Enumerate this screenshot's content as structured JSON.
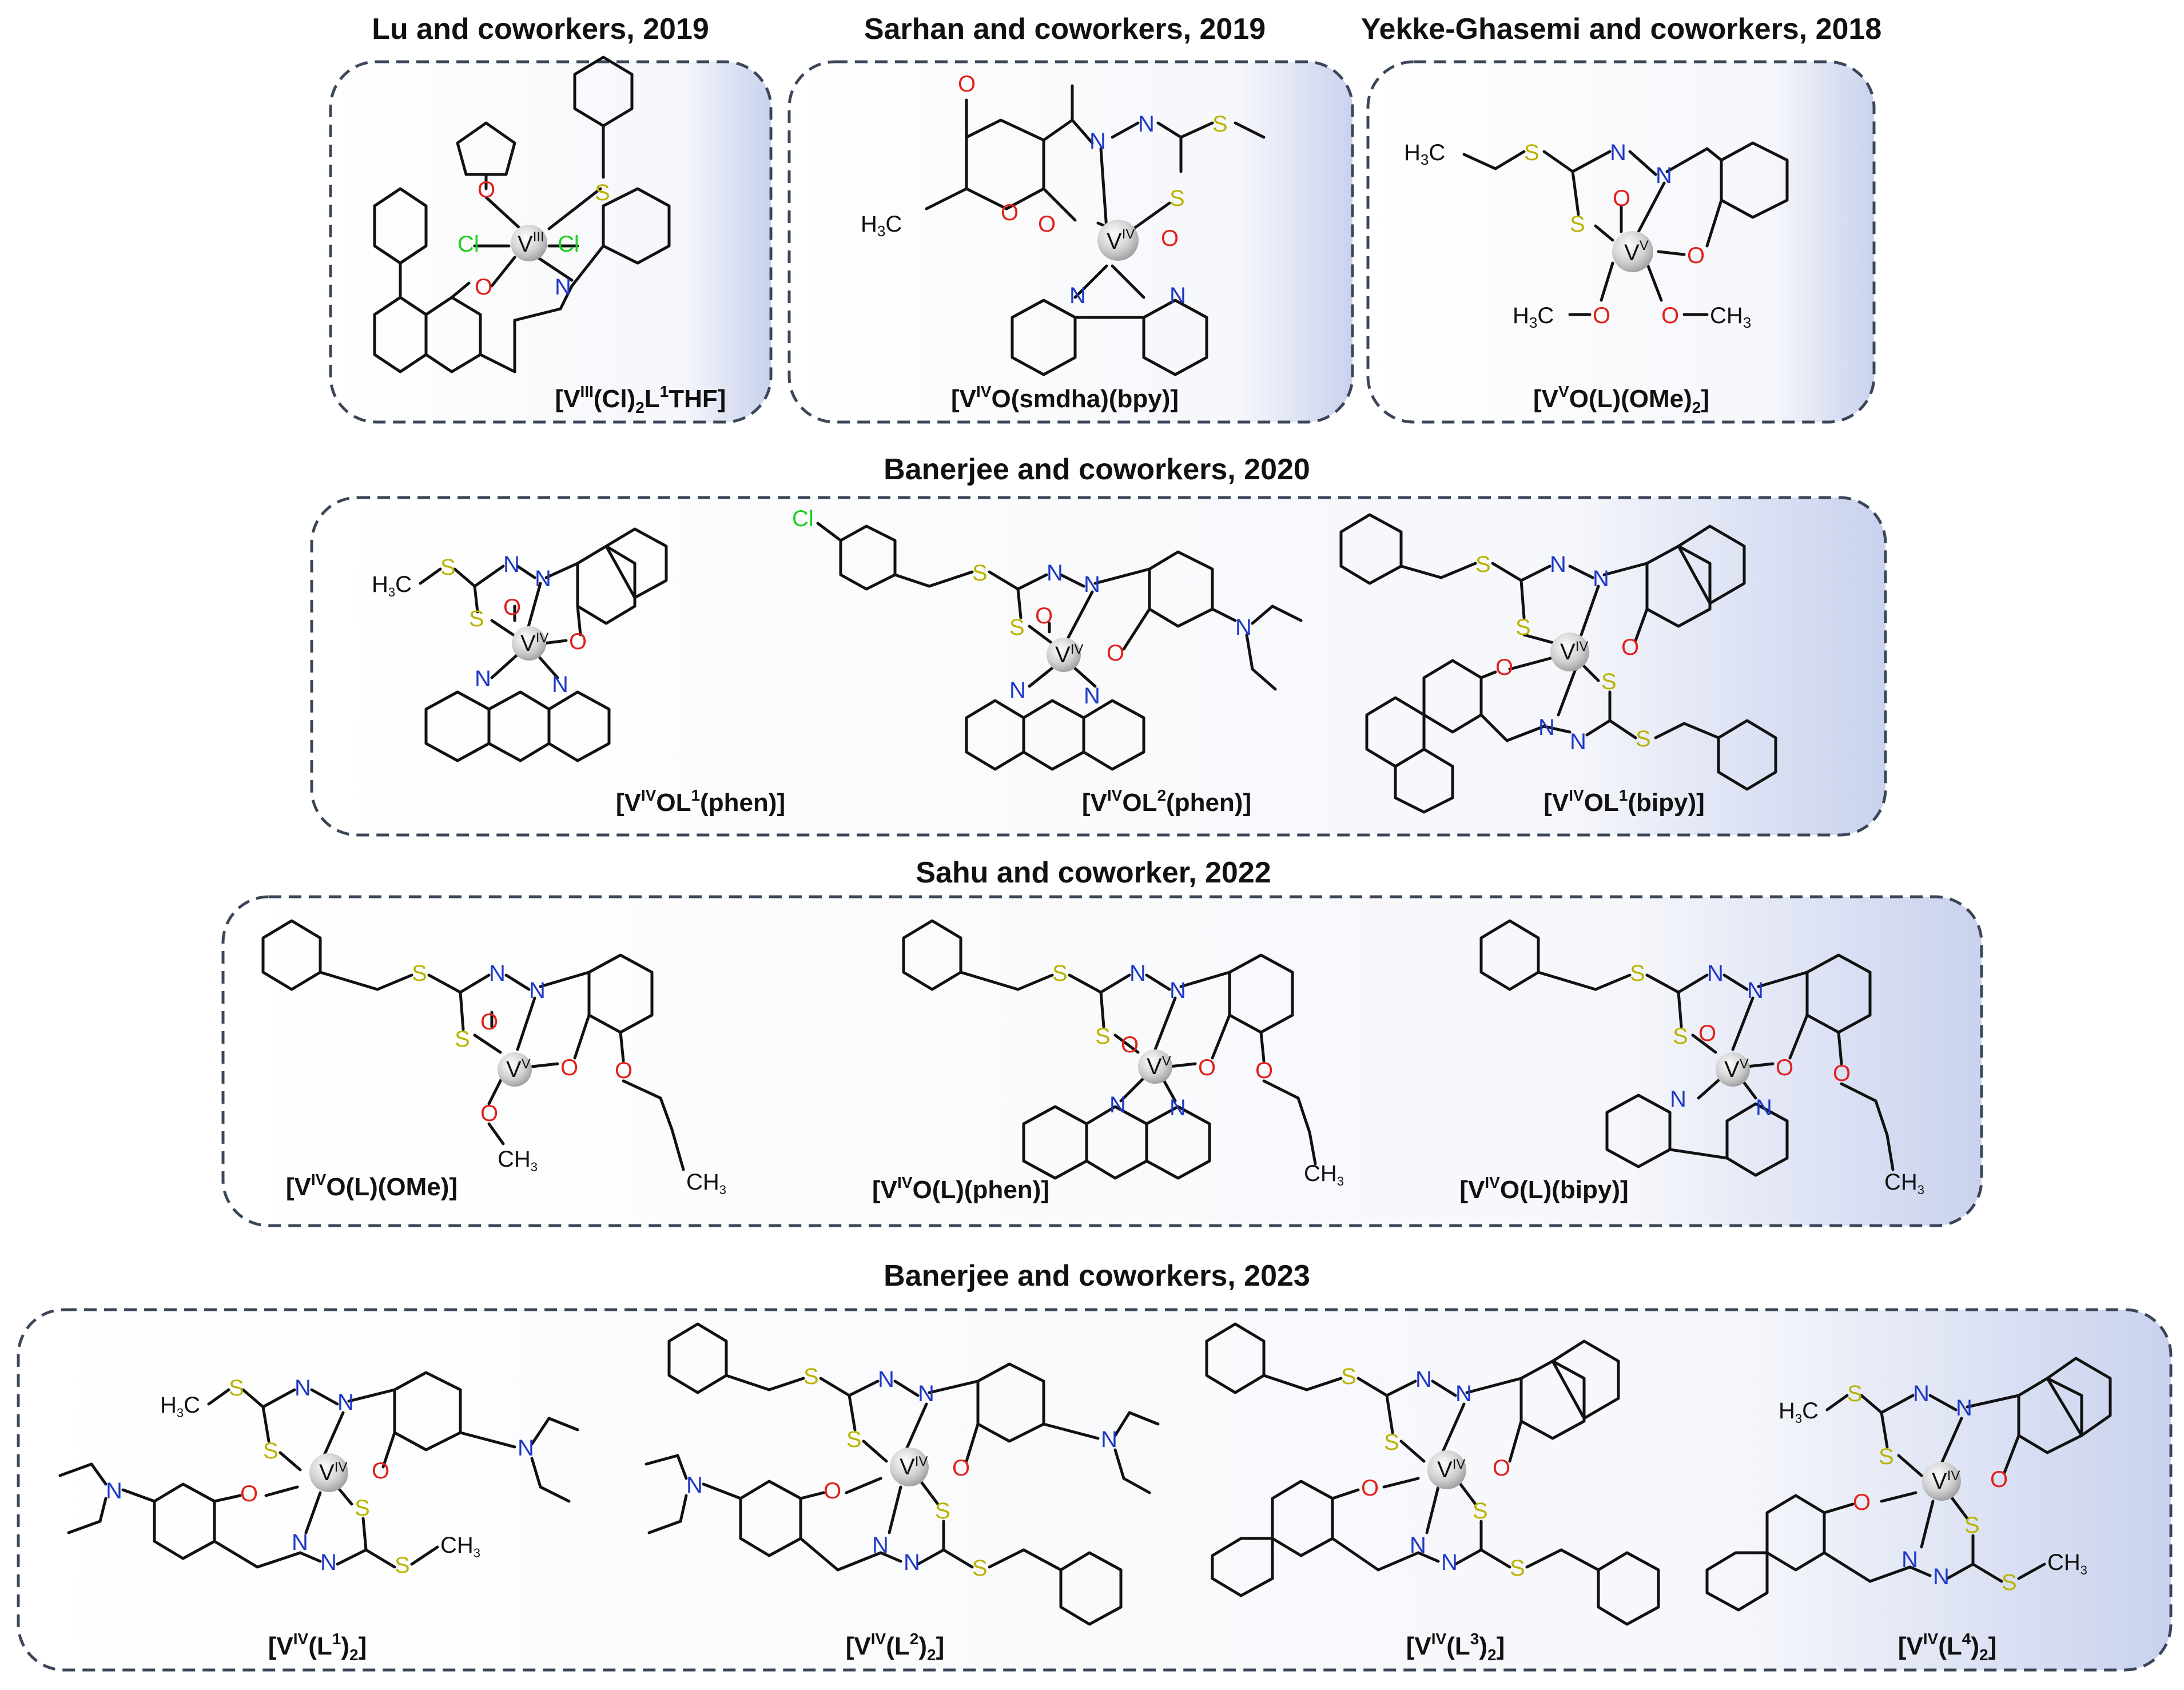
{
  "sections": [
    {
      "title": "Lu and coworkers, 2019",
      "compounds": [
        {
          "caption": {
            "pre": "[V",
            "sup": "III",
            "mid": "(Cl)",
            "sub": "2",
            "post": "L",
            "sup2": "1",
            "tail": "THF]"
          }
        }
      ]
    },
    {
      "title": "Sarhan and coworkers, 2019",
      "compounds": [
        {
          "caption": {
            "pre": "[V",
            "sup": "IV",
            "mid": "O(smdha)(bpy)]"
          }
        }
      ]
    },
    {
      "title": "Yekke-Ghasemi and coworkers, 2018",
      "compounds": [
        {
          "caption": {
            "pre": "[V",
            "sup": "V",
            "mid": "O(L)(OMe)",
            "sub": "2",
            "post": "]"
          }
        }
      ]
    },
    {
      "title": "Banerjee and coworkers, 2020",
      "compounds": [
        {
          "caption": {
            "pre": "[V",
            "sup": "IV",
            "mid": "OL",
            "sup2": "1",
            "post": "(phen)]"
          }
        },
        {
          "caption": {
            "pre": "[V",
            "sup": "IV",
            "mid": "OL",
            "sup2": "2",
            "post": "(phen)]"
          }
        },
        {
          "caption": {
            "pre": "[V",
            "sup": "IV",
            "mid": "OL",
            "sup2": "1",
            "post": "(bipy)]"
          }
        }
      ]
    },
    {
      "title": "Sahu and coworker, 2022",
      "compounds": [
        {
          "caption": {
            "pre": "[V",
            "sup": "IV",
            "mid": "O(L)(OMe)]"
          }
        },
        {
          "caption": {
            "pre": "[V",
            "sup": "IV",
            "mid": "O(L)(phen)]"
          }
        },
        {
          "caption": {
            "pre": "[V",
            "sup": "IV",
            "mid": "O(L)(bipy)]"
          }
        }
      ]
    },
    {
      "title": "Banerjee and coworkers, 2023",
      "compounds": [
        {
          "caption": {
            "pre": "[V",
            "sup": "IV",
            "mid": "(L",
            "sup2": "1",
            "post": ")",
            "sub": "2",
            "tail": "]"
          }
        },
        {
          "caption": {
            "pre": "[V",
            "sup": "IV",
            "mid": "(L",
            "sup2": "2",
            "post": ")",
            "sub": "2",
            "tail": "]"
          }
        },
        {
          "caption": {
            "pre": "[V",
            "sup": "IV",
            "mid": "(L",
            "sup2": "3",
            "post": ")",
            "sub": "2",
            "tail": "]"
          }
        },
        {
          "caption": {
            "pre": "[V",
            "sup": "IV",
            "mid": "(L",
            "sup2": "4",
            "post": ")",
            "sub": "2",
            "tail": "]"
          }
        }
      ]
    }
  ],
  "atoms": {
    "S": "S",
    "O": "O",
    "N": "N",
    "Cl": "Cl",
    "V": "V",
    "C": "C",
    "H": "H"
  },
  "colors": {
    "sulfur": "#b8b400",
    "oxygen": "#e0201b",
    "nitrogen": "#1d38c7",
    "chlorine": "#1fd11f",
    "border": "#3b4658",
    "boxTint": "#c9d2ee"
  }
}
